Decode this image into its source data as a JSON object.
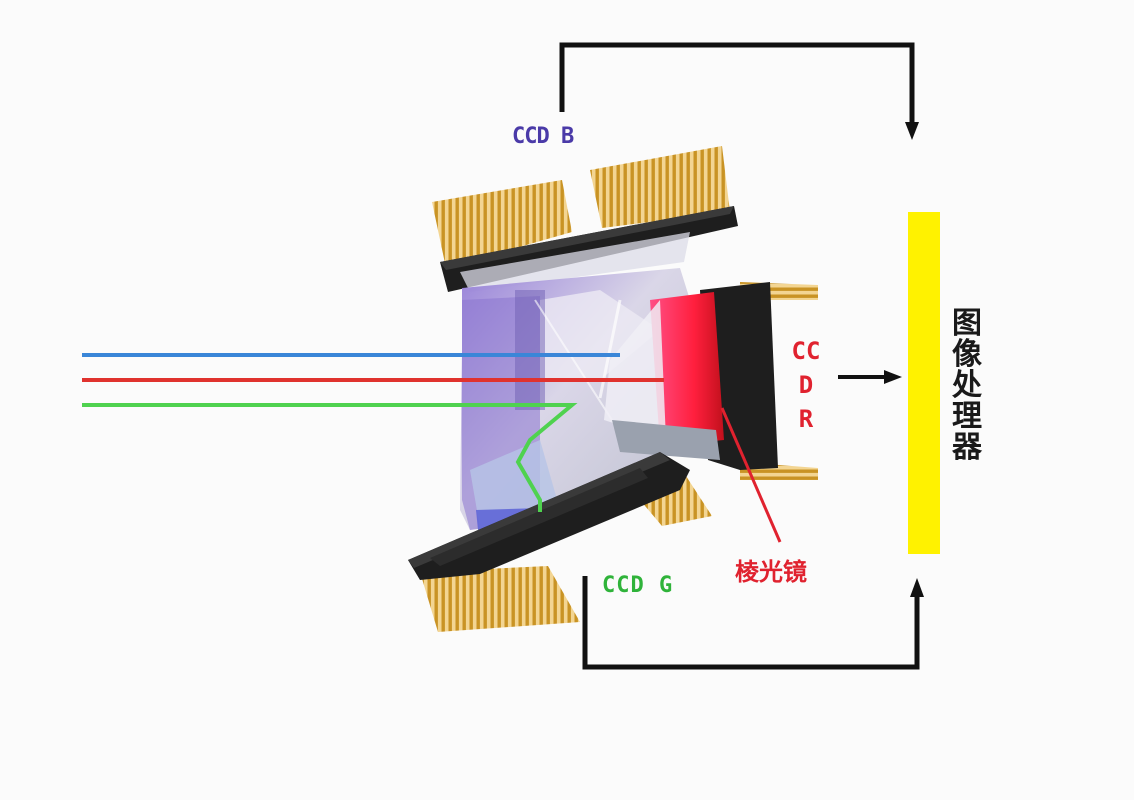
{
  "labels": {
    "ccd_b": "CCD B",
    "ccd_r": "CCD R",
    "ccd_g": "CCD G",
    "prism": "棱光镜",
    "processor": "图像处理器"
  },
  "colors": {
    "background": "#fbfbfb",
    "ccd_b_text": "#4a3aa8",
    "ccd_r_text": "#e0222f",
    "ccd_g_text": "#2fb33a",
    "prism_text": "#e0222f",
    "processor_text": "#1a1a1a",
    "blue_ray": "#3a86d8",
    "red_ray": "#e0322e",
    "green_ray": "#4fd24f",
    "processor_bar": "#fff200",
    "connector": "#111111",
    "chip_body": "#1e1e1e",
    "pins": "#d9a93a",
    "ccd_r_sensor": "#ff2b55"
  },
  "icons": [
    "ccd-b-chip",
    "ccd-r-chip",
    "ccd-g-chip",
    "prism-block",
    "image-processor-bar"
  ]
}
